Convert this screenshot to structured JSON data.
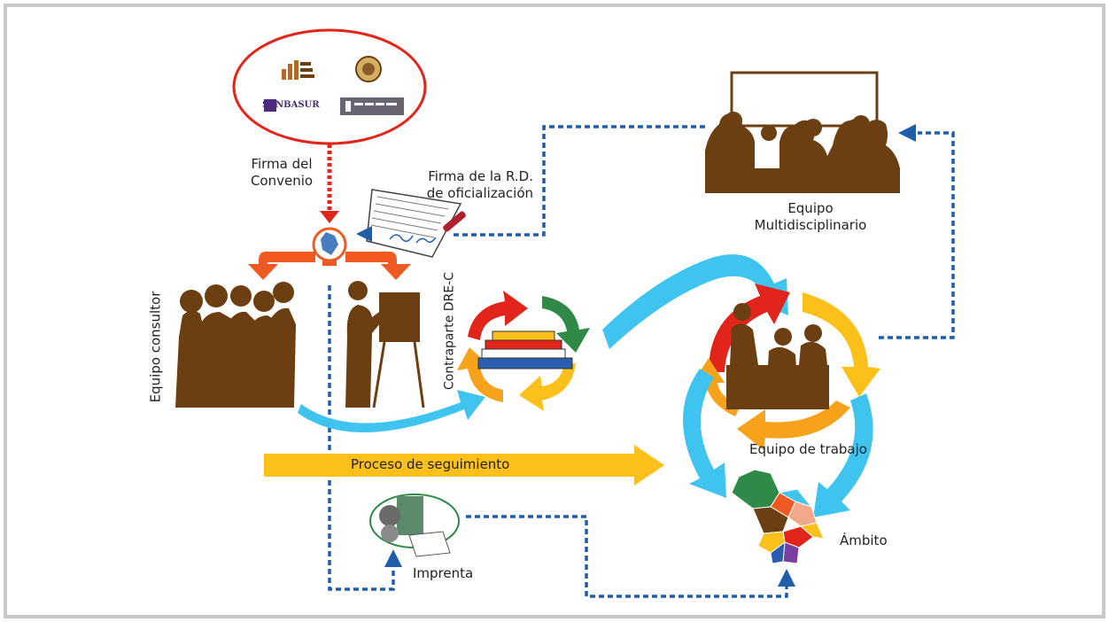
{
  "colors": {
    "background": "#ffffff",
    "border": "#c8c8c8",
    "brown": "#6b3f12",
    "dotted_blue": "#1f5ea8",
    "red": "#e1251b",
    "orange": "#f05a22",
    "light_blue": "#3fc3ef",
    "yellow": "#fcc01a",
    "green": "#2f8a47"
  },
  "labels": {
    "firma_convenio_1": "Firma del",
    "firma_convenio_2": "Convenio",
    "firma_rd_1": "Firma de la R.D.",
    "firma_rd_2": "de oficialización",
    "equipo_multi_1": "Equipo",
    "equipo_multi_2": "Multidisciplinario",
    "equipo_consultor": "Equipo consultor",
    "contraparte": "Contraparte DRE-C",
    "proceso_seguimiento": "Proceso de seguimiento",
    "equipo_trabajo": "Equipo de trabajo",
    "ambito": "Ámbito",
    "imprenta": "Imprenta"
  },
  "logos": {
    "sanbasur": "SANBASUR"
  },
  "icons": [
    "institution-logos-icon",
    "document-signing-icon",
    "seal-icon",
    "consultant-team-icon",
    "presenter-icon",
    "cycle-books-icon",
    "meeting-table-icon",
    "work-team-cycle-icon",
    "region-map-icon",
    "printer-icon"
  ]
}
